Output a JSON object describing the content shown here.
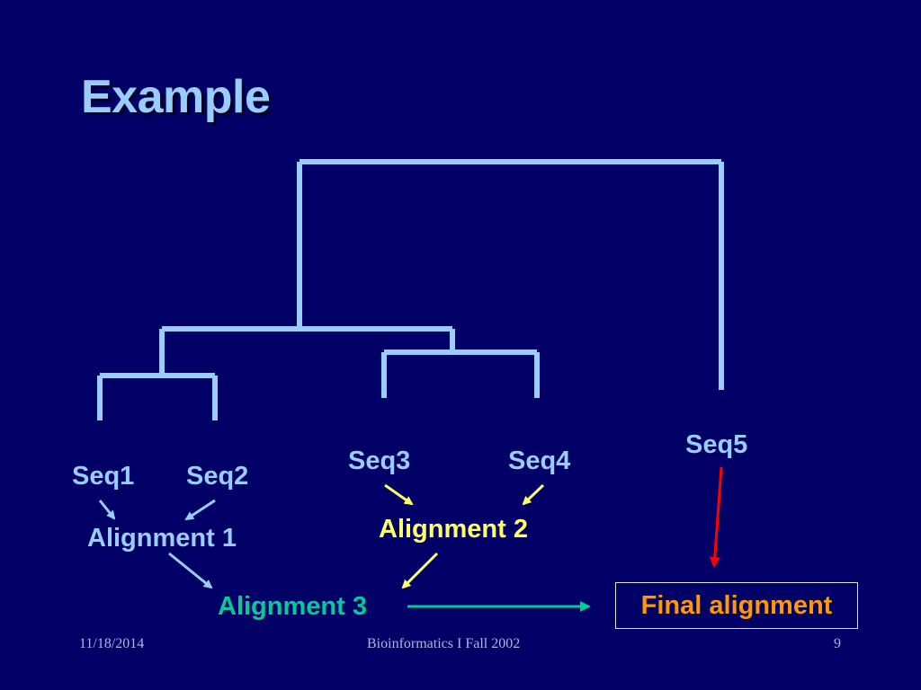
{
  "slide": {
    "title": "Example"
  },
  "diagram": {
    "sequences": {
      "seq1": "Seq1",
      "seq2": "Seq2",
      "seq3": "Seq3",
      "seq4": "Seq4",
      "seq5": "Seq5"
    },
    "alignments": {
      "alignment1": "Alignment 1",
      "alignment2": "Alignment 2",
      "alignment3": "Alignment 3",
      "final": "Final alignment"
    },
    "colors": {
      "tree": "#99ccff",
      "alignment1": "#99ccff",
      "alignment2": "#ffff66",
      "alignment3": "#00cc99",
      "final": "#ff9900",
      "seq5_arrow": "#ff0000",
      "background": "#000066"
    }
  },
  "footer": {
    "date": "11/18/2014",
    "course": "Bioinformatics I Fall 2002",
    "page_number": "9"
  }
}
